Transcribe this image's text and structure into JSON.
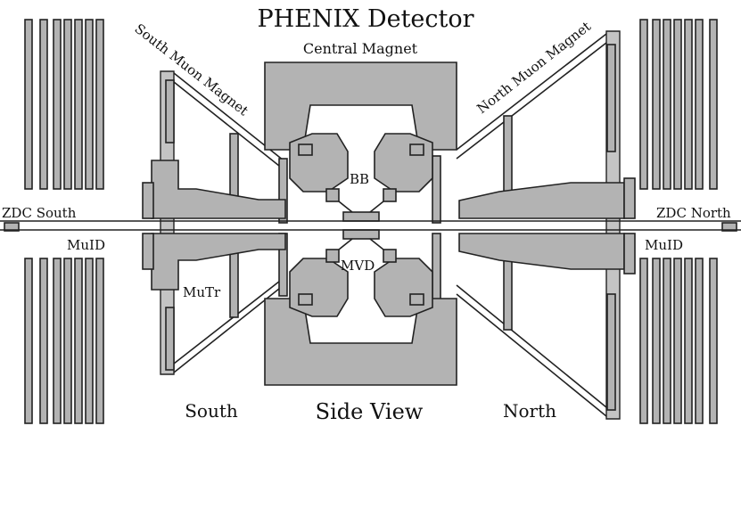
{
  "title": "PHENIX Detector",
  "labels": {
    "central_magnet": "Central Magnet",
    "south_muon_magnet": "South Muon Magnet",
    "north_muon_magnet": "North Muon Magnet",
    "zdc_south": "ZDC South",
    "zdc_north": "ZDC North",
    "muid_left": "MuID",
    "muid_right": "MuID",
    "mutr": "MuTr",
    "bb": "BB",
    "mvd": "MVD",
    "south": "South",
    "side_view": "Side View",
    "north": "North"
  },
  "colors": {
    "fill": "#b3b3b3",
    "stroke": "#222222",
    "background": "#ffffff"
  }
}
